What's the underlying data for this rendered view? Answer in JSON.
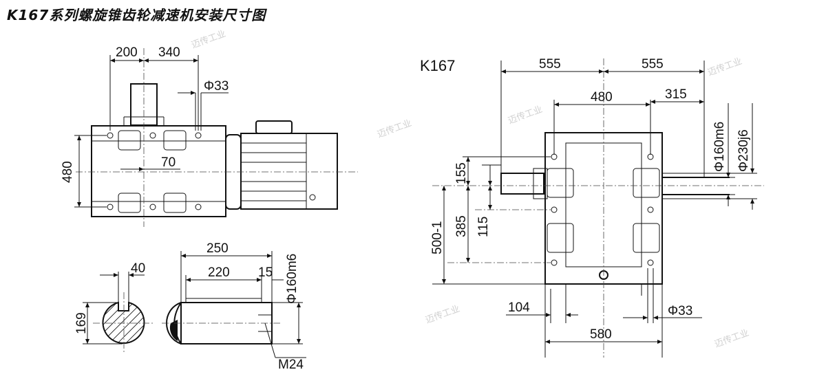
{
  "title": "K167系列螺旋锥齿轮减速机安装尺寸图",
  "watermark": "迈传工业",
  "model_label": "K167",
  "left_view": {
    "dims": {
      "d200": "200",
      "d340": "340",
      "phi33": "Φ33",
      "d480": "480",
      "d70": "70"
    }
  },
  "shaft_section": {
    "d40": "40",
    "d169": "169"
  },
  "shaft_side": {
    "d250": "250",
    "d220": "220",
    "d15": "15",
    "phi160m6": "Φ160m6",
    "m24": "M24"
  },
  "right_view": {
    "dims": {
      "d555_left": "555",
      "d555_right": "555",
      "d480": "480",
      "d315": "315",
      "phi160m6": "Φ160m6",
      "phi230j6": "Φ230j6",
      "d155": "155",
      "d115": "115",
      "d385": "385",
      "d500": "500-1",
      "d104": "104",
      "phi33": "Φ33",
      "d580": "580"
    }
  }
}
